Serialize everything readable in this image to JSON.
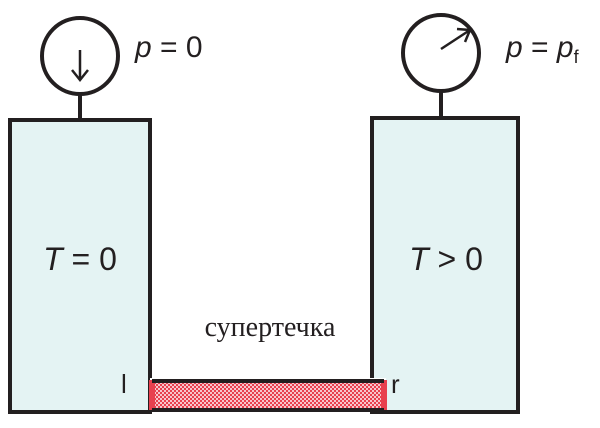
{
  "left_vessel": {
    "label_var": "T",
    "label_rest": " = 0",
    "end_label": "l"
  },
  "right_vessel": {
    "label_var": "T",
    "label_rest": " > 0",
    "end_label": "r"
  },
  "left_gauge": {
    "label_var": "p",
    "label_rest": " = 0"
  },
  "right_gauge": {
    "label_var": "p",
    "label_mid": " = ",
    "label_var2": "p",
    "label_sub": "f"
  },
  "channel": {
    "label": "супертечка"
  },
  "colors": {
    "vessel_fill": "#e4f3f3",
    "channel": "#e8404e",
    "stroke": "#231f20"
  }
}
